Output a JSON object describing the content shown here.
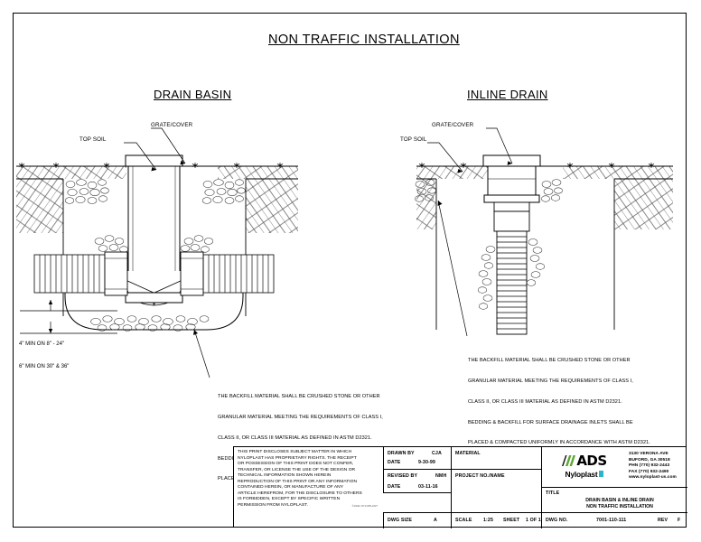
{
  "sheet": {
    "main_title": "NON TRAFFIC INSTALLATION",
    "left_title": "DRAIN BASIN",
    "right_title": "INLINE DRAIN"
  },
  "leaders": {
    "grate_cover": "GRATE/COVER",
    "top_soil": "TOP SOIL"
  },
  "dimension_note": {
    "line1": "4\" MIN ON 8\" - 24\"",
    "line2": "6\" MIN ON 30\" & 36\""
  },
  "backfill_note": {
    "line1": "THE BACKFILL MATERIAL SHALL BE CRUSHED STONE OR OTHER",
    "line2": "GRANULAR MATERIAL MEETING THE REQUIREMENTS OF CLASS I,",
    "line3": "CLASS II, OR CLASS III MATERIAL AS DEFINED IN ASTM D2321.",
    "line4": "BEDDING & BACKFILL FOR SURFACE DRAINAGE INLETS SHALL BE",
    "line5": "PLACED & COMPACTED UNIFORMLY IN ACCORDANCE WITH ASTM D2321."
  },
  "title_block": {
    "legal": {
      "line1": "THIS PRINT DISCLOSES SUBJECT MATTER IN WHICH",
      "line2": "NYLOPLAST HAS PROPRIETARY RIGHTS.  THE RECEIPT",
      "line3": "OR POSSESSION OF THIS PRINT DOES NOT CONFER,",
      "line4": "TRANSFER, OR LICENSE THE USE OF THE DESIGN OR",
      "line5": "TECHNICAL INFORMATION SHOWN HEREIN",
      "line6": "REPRODUCTION OF THIS PRINT OR ANY INFORMATION",
      "line7": "CONTAINED HEREIN, OR MANUFACTURE OF ANY",
      "line8": "ARTICLE HEREFROM, FOR THE DISCLOSURE TO OTHERS",
      "line9": "IS FORBIDDEN, EXCEPT BY SPECIFIC WRITTEN",
      "line10": "PERMISSION FROM NYLOPLAST.",
      "copyright": "©2011 NYLOPLAST"
    },
    "drawn_by_label": "DRAWN BY",
    "drawn_by_value": "CJA",
    "drawn_date_label": "DATE",
    "drawn_date_value": "9-30-99",
    "revised_by_label": "REVISED BY",
    "revised_by_value": "NMH",
    "revised_date_label": "DATE",
    "revised_date_value": "03-11-16",
    "dwg_size_label": "DWG SIZE",
    "dwg_size_value": "A",
    "material_label": "MATERIAL",
    "material_value": "",
    "project_label": "PROJECT NO./NAME",
    "project_value": "",
    "scale_label": "SCALE",
    "scale_value": "1:25",
    "sheet_label": "SHEET",
    "sheet_value": "1 OF 1",
    "title_label": "TITLE",
    "title_line1": "DRAIN BASIN & INLINE DRAIN",
    "title_line2": "NON TRAFFIC INSTALLATION",
    "dwg_no_label": "DWG NO.",
    "dwg_no_value": "7001-110-111",
    "rev_label": "REV",
    "rev_value": "F"
  },
  "company": {
    "logo_ads": "ADS",
    "logo_nyloplast": "Nyloplast",
    "address1": "3130 VERONA AVE",
    "address2": "BUFORD, GA 30518",
    "address3": "PHN (770) 932-2443",
    "address4": "FAX (770) 932-2490",
    "address5": "www.nyloplast-us.com"
  },
  "colors": {
    "ink": "#000000",
    "logo_green": "#5aa832",
    "logo_teal": "#29b6c8"
  }
}
